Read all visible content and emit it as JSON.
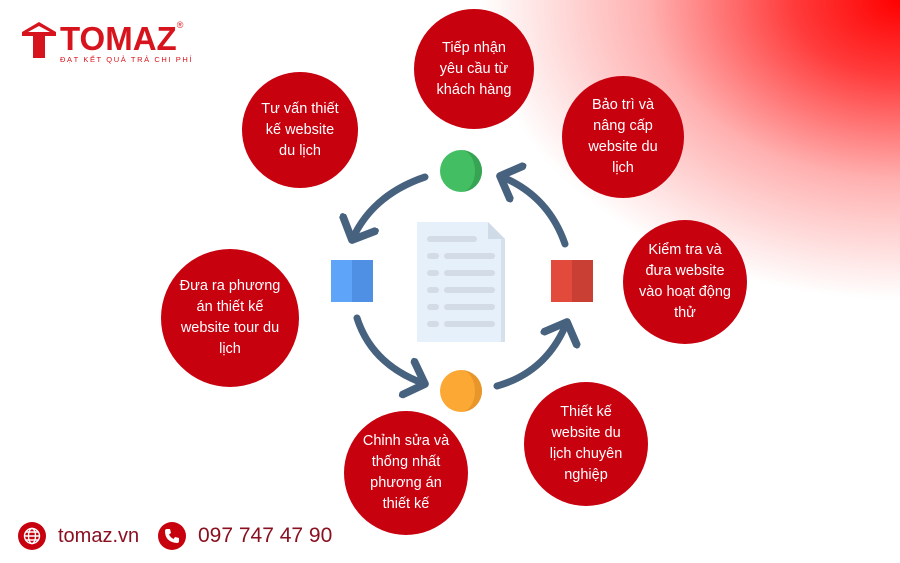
{
  "brand": {
    "name": "TOMAZ",
    "registered": "®",
    "slogan": "ĐẠT KẾT QUẢ TRẢ CHI PHÍ"
  },
  "steps": [
    {
      "label": "Tiếp nhận yêu cầu từ khách hàng"
    },
    {
      "label": "Tư vấn thiết kế website du lịch"
    },
    {
      "label": "Bảo trì và nâng cấp website du lịch"
    },
    {
      "label": "Kiểm tra và đưa website vào hoạt động thử"
    },
    {
      "label": "Đưa ra phương án thiết kế website tour du lịch"
    },
    {
      "label": "Chỉnh sửa và thống nhất phương án thiết kế"
    },
    {
      "label": "Thiết kế website du lịch chuyên nghiệp"
    }
  ],
  "contact": {
    "website": "tomaz.vn",
    "phone": "097 747 47 90"
  },
  "colors": {
    "brand": "#c8010f",
    "arrow": "#47627f",
    "green": "#43be63",
    "blue": "#5ea4f8",
    "red": "#e24a3b",
    "orange": "#fca834"
  }
}
